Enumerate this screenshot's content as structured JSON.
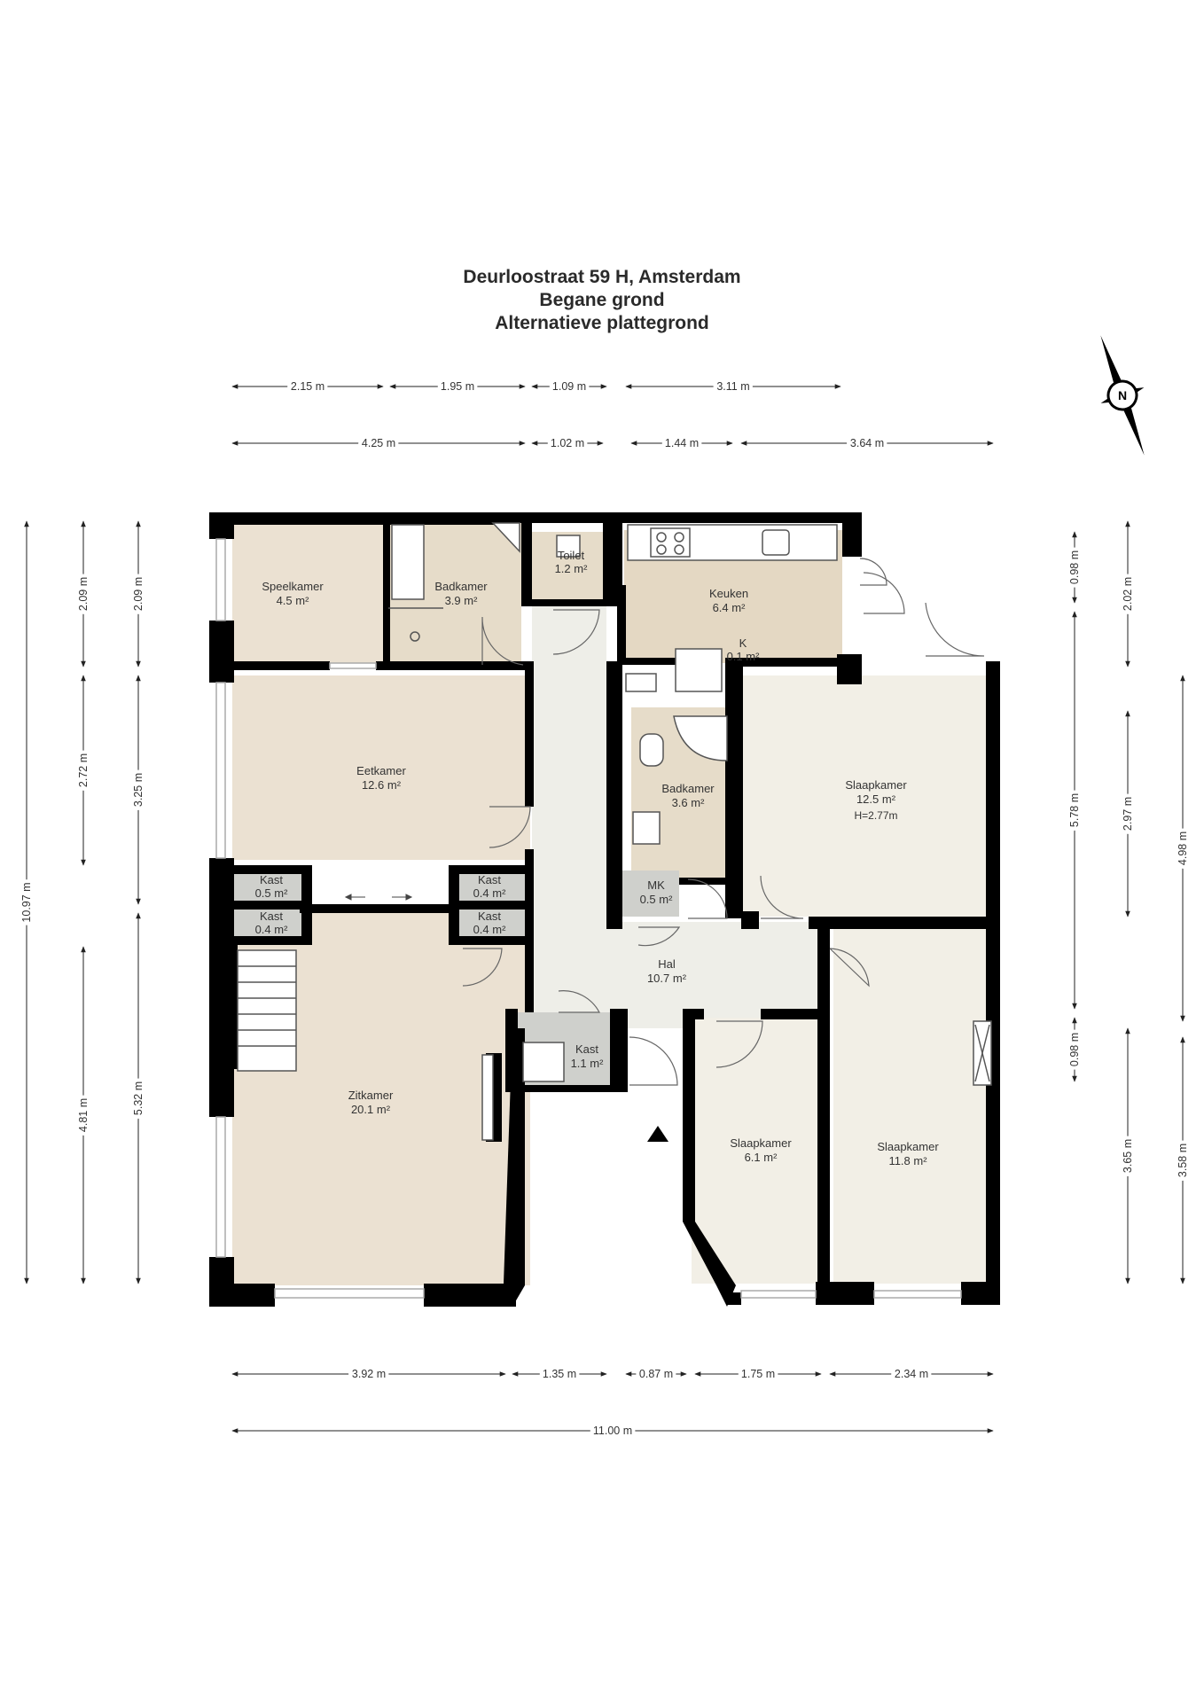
{
  "header": {
    "line1": "Deurloostraat 59 H, Amsterdam",
    "line2": "Begane grond",
    "line3": "Alternatieve plattegrond"
  },
  "compass": {
    "label": "N"
  },
  "colors": {
    "wall": "#000000",
    "living_floor": "#ebe1d2",
    "wet_floor": "#e6dcc9",
    "hall_floor": "#eeeee8",
    "bedroom_floor": "#f2efe6",
    "closet_floor": "#cfd0cc",
    "dimension": "#222222"
  },
  "rooms": {
    "speelkamer": {
      "name": "Speelkamer",
      "area": "4.5 m²"
    },
    "badkamer1": {
      "name": "Badkamer",
      "area": "3.9 m²"
    },
    "toilet": {
      "name": "Toilet",
      "area": "1.2 m²"
    },
    "keuken": {
      "name": "Keuken",
      "area": "6.4 m²"
    },
    "k": {
      "name": "K",
      "area": "0.1 m²"
    },
    "eetkamer": {
      "name": "Eetkamer",
      "area": "12.6 m²"
    },
    "badkamer2": {
      "name": "Badkamer",
      "area": "3.6 m²"
    },
    "slaapkamer1": {
      "name": "Slaapkamer",
      "area": "12.5 m²",
      "height": "H=2.77m"
    },
    "kast1": {
      "name": "Kast",
      "area": "0.5 m²"
    },
    "kast2": {
      "name": "Kast",
      "area": "0.4 m²"
    },
    "kast3": {
      "name": "Kast",
      "area": "0.4 m²"
    },
    "kast4": {
      "name": "Kast",
      "area": "0.4 m²"
    },
    "mk": {
      "name": "MK",
      "area": "0.5 m²"
    },
    "hal": {
      "name": "Hal",
      "area": "10.7 m²"
    },
    "kast5": {
      "name": "Kast",
      "area": "1.1 m²"
    },
    "zitkamer": {
      "name": "Zitkamer",
      "area": "20.1 m²"
    },
    "slaapkamer2": {
      "name": "Slaapkamer",
      "area": "6.1 m²"
    },
    "slaapkamer3": {
      "name": "Slaapkamer",
      "area": "11.8 m²"
    }
  },
  "dimensions": {
    "top1": [
      "2.15 m",
      "1.95 m",
      "1.09 m",
      "3.11 m"
    ],
    "top2": [
      "4.25 m",
      "1.02 m",
      "1.44 m",
      "3.64 m"
    ],
    "bottom1": [
      "3.92 m",
      "1.35 m",
      "0.87 m",
      "1.75 m",
      "2.34 m"
    ],
    "bottom2": [
      "11.00 m"
    ],
    "left1": [
      "10.97 m"
    ],
    "left2": [
      "2.09 m",
      "2.72 m",
      "4.81 m"
    ],
    "left3": [
      "2.09 m",
      "3.25 m",
      "5.32 m"
    ],
    "right1": [
      "0.98 m",
      "5.78 m",
      "0.98 m"
    ],
    "right2": [
      "2.02 m",
      "2.97 m",
      "3.65 m"
    ],
    "right3": [
      "4.98 m",
      "3.58 m"
    ]
  }
}
